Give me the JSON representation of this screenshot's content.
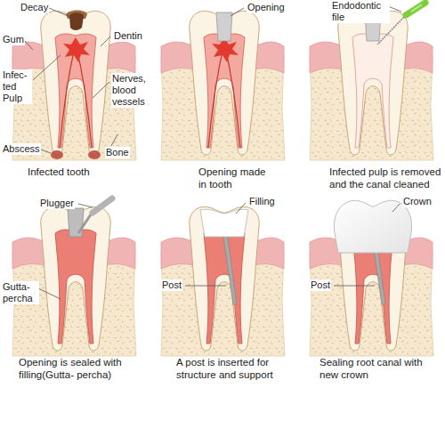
{
  "diagram": {
    "labels": [
      "Decay",
      "Gum",
      "Dentin",
      "Infec- ted Pulp",
      "Nerves, blood vessels",
      "Abscess",
      "Bone",
      "Infected tooth",
      "Opening",
      "Opening made in tooth",
      "Endodontic file",
      "Infected pulp is removed and the canal cleaned",
      "Plugger",
      "Gutta- percha",
      "Opening is sealed with filling(Gutta- percha)",
      "Filling",
      "Post",
      "A post is inserted for structure and support",
      "Crown",
      "Post",
      "Sealing root canal with new crown"
    ]
  }
}
